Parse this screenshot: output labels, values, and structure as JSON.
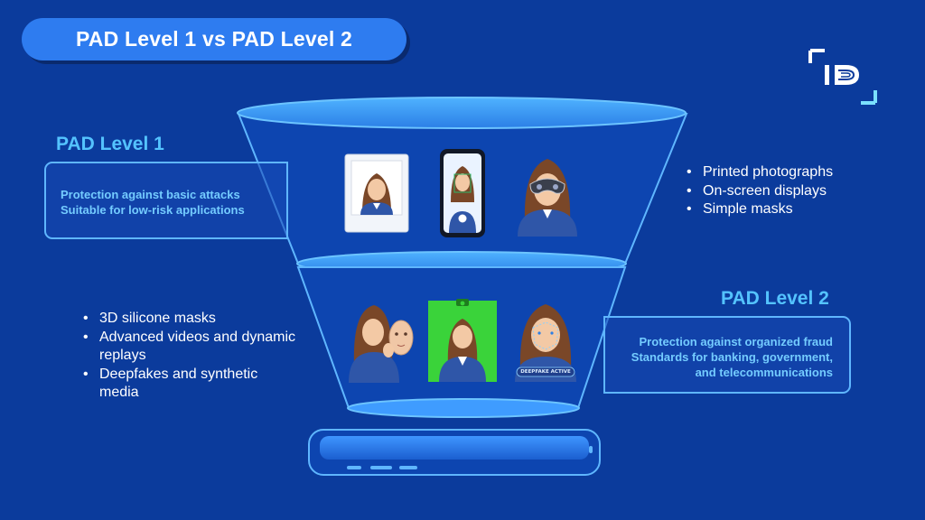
{
  "title": "PAD Level 1 vs PAD Level 2",
  "logo": {
    "text": "ID",
    "icon": "id-brand-logo"
  },
  "level1": {
    "heading": "PAD Level 1",
    "description": [
      "Protection against basic attacks",
      "Suitable for low-risk applications"
    ],
    "attacks": [
      "Printed photographs",
      "On-screen displays",
      "Simple masks"
    ]
  },
  "level2": {
    "heading": "PAD Level 2",
    "description": [
      "Protection against organized fraud",
      "Standards for banking, government,",
      "and telecommunications"
    ],
    "attacks": [
      "3D silicone masks",
      "Advanced videos and dynamic replays",
      "Deepfakes and synthetic media"
    ]
  },
  "badges": {
    "deepfake": "DEEPFAKE ACTIVE"
  },
  "colors": {
    "background": "#0b3b9c",
    "title_pill": "#2e7cf0",
    "accent": "#54c3ff",
    "green_screen": "#3ad33a"
  }
}
